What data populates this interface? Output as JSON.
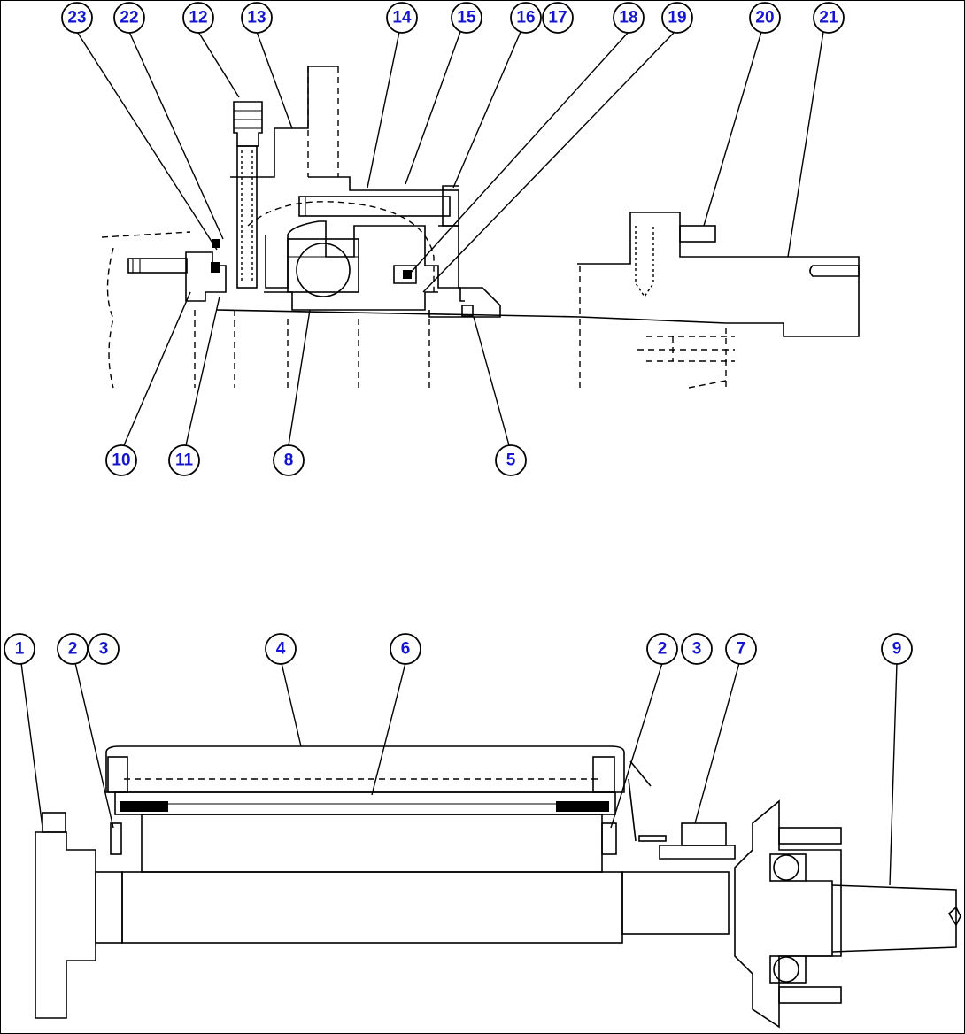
{
  "callouts_top": [
    "23",
    "22",
    "12",
    "13",
    "14",
    "15",
    "16",
    "17",
    "18",
    "19",
    "20",
    "21"
  ],
  "callouts_mid": [
    "10",
    "11",
    "8",
    "5"
  ],
  "callouts_bottom": [
    "1",
    "2",
    "3",
    "4",
    "6",
    "2",
    "3",
    "7",
    "9"
  ],
  "colors": {
    "callout_text": "#1515d0",
    "line": "#000000",
    "background": "#ffffff"
  }
}
